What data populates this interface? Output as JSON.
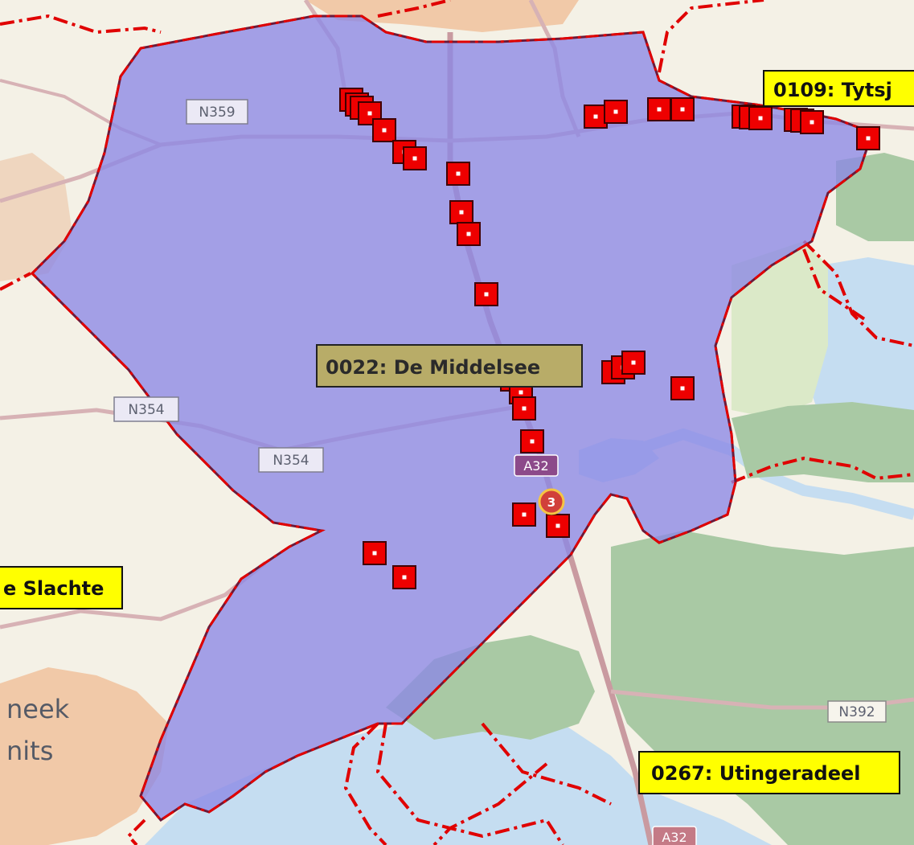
{
  "map": {
    "colors": {
      "land": "#f4f1e6",
      "water": "#c5ddf1",
      "forest": "#a9c9a4",
      "forest_light": "#dbe9c8",
      "urban": "#f1c9a8",
      "polygon_fill": "#8c88e6",
      "polygon_stroke": "#6b1a3a",
      "boundary": "#e00000",
      "marker_fill": "#ee0000",
      "marker_stroke": "#400000",
      "label_yellow": "#ffff00",
      "label_olive": "#b8ac68",
      "road_main": "#c99aa0"
    },
    "road_labels": {
      "n359": "N359",
      "n354_top": "N354",
      "n354_bottom": "N354",
      "a32": "A32",
      "n392": "N392",
      "a32_bottom": "A32"
    },
    "place_labels": {
      "line1": "neek",
      "line2": "nits"
    },
    "region_labels": {
      "tytsjerk": "0109: Tytsj",
      "middelsee": "0022: De Middelsee",
      "slachte": "e Slachte",
      "utingeradeel": "0267: Utingeradeel"
    },
    "cluster_badge": "3",
    "marker_count": 38
  }
}
